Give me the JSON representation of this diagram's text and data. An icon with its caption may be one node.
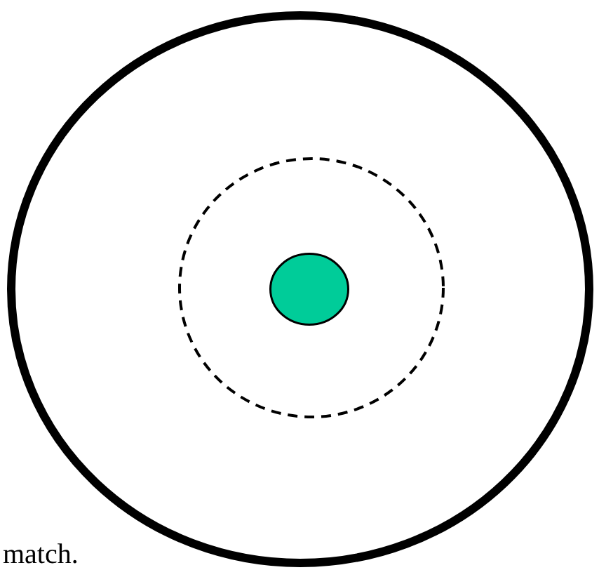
{
  "diagram": {
    "nodes": [
      {
        "text": [],
        "shape": "circle"
      },
      {
        "text": [],
        "shape": "circle",
        "in": 0
      },
      {
        "text": [],
        "shape": "circle",
        "in": 1
      }
    ],
    "labels": [
      "match."
    ]
  }
}
